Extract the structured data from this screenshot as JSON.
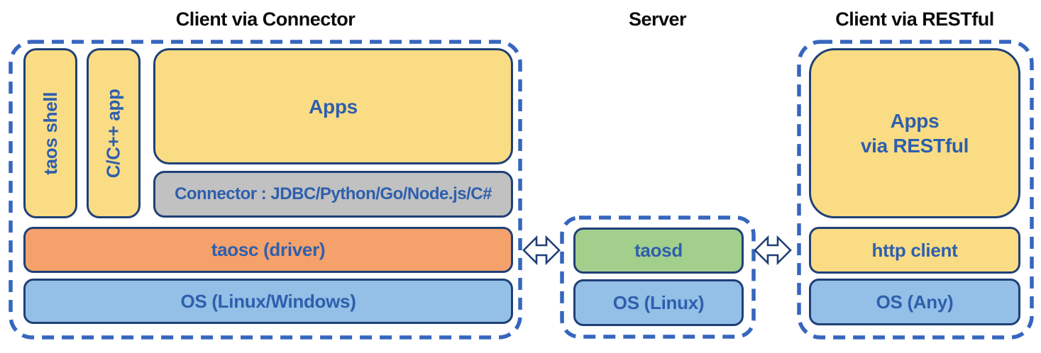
{
  "sections": {
    "client_connector": {
      "title": "Client via Connector",
      "taos_shell": "taos shell",
      "cpp_app": "C/C++ app",
      "apps": "Apps",
      "connector": "Connector : JDBC/Python/Go/Node.js/C#",
      "taosc": "taosc (driver)",
      "os": "OS (Linux/Windows)"
    },
    "server": {
      "title": "Server",
      "taosd": "taosd",
      "os": "OS (Linux)"
    },
    "client_restful": {
      "title": "Client via RESTful",
      "apps": "Apps\nvia RESTful",
      "http_client": "http client",
      "os": "OS (Any)"
    },
    "links": {
      "left_arrow": "double-headed-arrow",
      "right_arrow": "double-headed-arrow"
    }
  },
  "colors": {
    "yellow_fill": "#FADC84",
    "gray_fill": "#C1C1C1",
    "orange_fill": "#F5A16B",
    "blue_fill": "#94BFE6",
    "green_fill": "#A3CF8C",
    "box_border": "#1F4077",
    "label_text": "#2E5FAD",
    "dashed_border": "#3666BE",
    "title_text": "#000000",
    "arrow_fill": "#FFFFFF"
  }
}
